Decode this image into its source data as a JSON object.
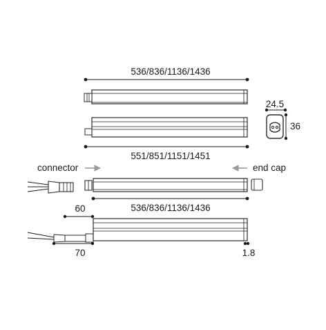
{
  "dimensions": {
    "top_length": "536/836/1136/1436",
    "profile_width": "24.5",
    "profile_height": "36",
    "total_length": "551/851/1151/1451",
    "assembled_length": "536/836/1136/1436",
    "cable_short": "60",
    "cable_long": "70",
    "end_offset": "1.8"
  },
  "labels": {
    "connector": "connector",
    "end_cap": "end cap"
  }
}
